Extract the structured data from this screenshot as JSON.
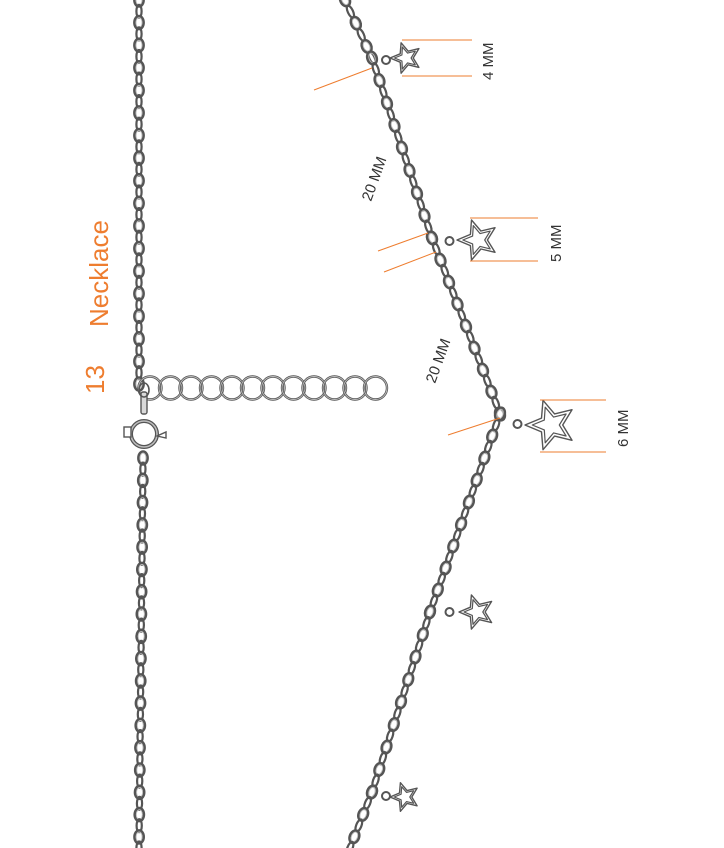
{
  "title": {
    "number": "13",
    "text": "Necklace",
    "color": "#ee7d2f"
  },
  "dimensions": {
    "star_small": "4 MM",
    "star_medium": "5 MM",
    "star_large": "6 MM",
    "spacing_upper": "20 MM",
    "spacing_lower": "20 MM"
  },
  "colors": {
    "chain": "#555555",
    "chain_fill": "#bdbdbd",
    "dimension_line": "#ee7d2f",
    "text": "#333333"
  },
  "parts": {
    "clasp": "spring-ring-clasp",
    "extender": "extender-chain",
    "charm": "star-charm"
  }
}
